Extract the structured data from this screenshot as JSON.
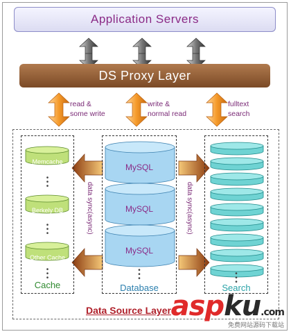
{
  "app_servers": {
    "label": "Application Servers"
  },
  "proxy": {
    "label": "DS Proxy Layer"
  },
  "connections": {
    "left": "read &\nsome write",
    "middle": "write &\nnormal read",
    "right": "fulltext\nsearch"
  },
  "cache": {
    "title": "Cache",
    "items": [
      "Memcache",
      "Berkely DB",
      "Other Cache"
    ],
    "color": "#bfe07a"
  },
  "database": {
    "title": "Database",
    "items": [
      "MySQL",
      "MySQL",
      "MySQL"
    ],
    "color": "#a8d6f2"
  },
  "search": {
    "title": "Search",
    "disk_count": 9,
    "color": "#6fd3d3"
  },
  "sync_labels": {
    "left": "data sync(async)",
    "right": "data sync(async)"
  },
  "data_source": {
    "label": "Data Source Layer"
  },
  "watermark": {
    "text_a": "asp",
    "text_b": "ku",
    "suffix": ".com",
    "sub": "免费网站源码下载站"
  },
  "colors": {
    "purple_text": "#8a2a86",
    "proxy_brown": "#8b5530",
    "arrow_orange": "#f59a2a",
    "arrow_gray": "#555555",
    "brown_arrow": "#9a4a14"
  }
}
